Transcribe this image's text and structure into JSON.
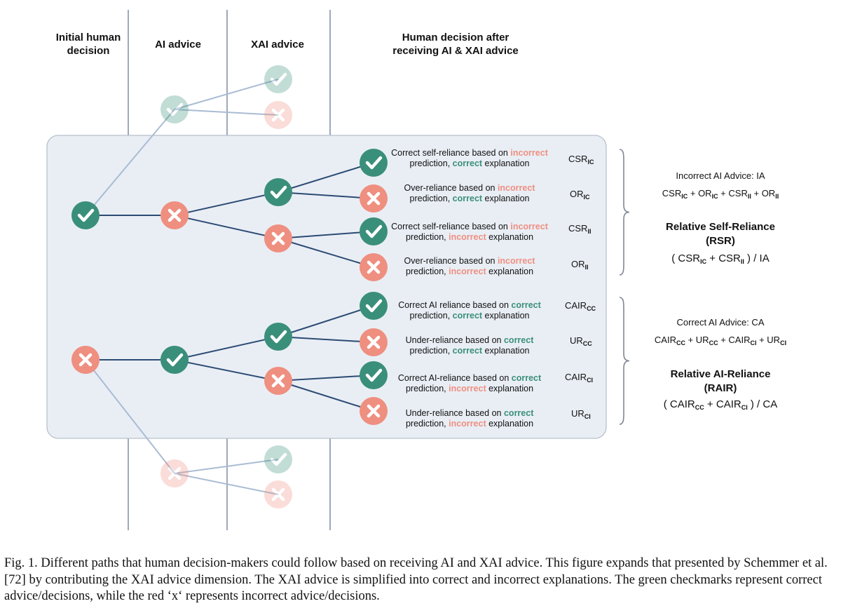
{
  "headers": {
    "initial": "Initial human\ndecision",
    "ai": "AI advice",
    "xai": "XAI advice",
    "final": "Human decision after\nreceiving AI & XAI advice"
  },
  "outcomes": [
    {
      "pre": "Correct self-reliance based on ",
      "w1": "incorrect",
      "w1c": "red",
      "mid": "prediction, ",
      "w2": "correct",
      "w2c": "green",
      "post": " explanation",
      "metric_base": "CSR",
      "metric_sub": "IC"
    },
    {
      "pre": "Over-reliance based on ",
      "w1": "incorrect",
      "w1c": "red",
      "mid": "prediction, ",
      "w2": "correct",
      "w2c": "green",
      "post": " explanation",
      "metric_base": "OR",
      "metric_sub": "IC"
    },
    {
      "pre": "Correct self-reliance based on ",
      "w1": "incorrect",
      "w1c": "red",
      "mid": "prediction, ",
      "w2": "incorrect",
      "w2c": "red",
      "post": " explanation",
      "metric_base": "CSR",
      "metric_sub": "II"
    },
    {
      "pre": "Over-reliance based on ",
      "w1": "incorrect",
      "w1c": "red",
      "mid": "prediction, ",
      "w2": "incorrect",
      "w2c": "red",
      "post": " explanation",
      "metric_base": "OR",
      "metric_sub": "II"
    },
    {
      "pre": "Correct AI reliance based on ",
      "w1": "correct",
      "w1c": "green",
      "mid": "prediction, ",
      "w2": "correct",
      "w2c": "green",
      "post": " explanation",
      "metric_base": "CAIR",
      "metric_sub": "CC"
    },
    {
      "pre": "Under-reliance based on ",
      "w1": "correct",
      "w1c": "green",
      "mid": "prediction, ",
      "w2": "correct",
      "w2c": "green",
      "post": " explanation",
      "metric_base": "UR",
      "metric_sub": "CC"
    },
    {
      "pre": "Correct AI-reliance based on ",
      "w1": "correct",
      "w1c": "green",
      "mid": "prediction, ",
      "w2": "incorrect",
      "w2c": "red",
      "post": " explanation",
      "metric_base": "CAIR",
      "metric_sub": "CI"
    },
    {
      "pre": "Under-reliance based on ",
      "w1": "correct",
      "w1c": "green",
      "mid": "prediction, ",
      "w2": "incorrect",
      "w2c": "red",
      "post": " explanation",
      "metric_base": "UR",
      "metric_sub": "CI"
    }
  ],
  "rsr": {
    "label": "Incorrect AI Advice: IA",
    "sum": [
      "CSR",
      "IC",
      " + ",
      "OR",
      "IC",
      " + ",
      "CSR",
      "II",
      " + ",
      "OR",
      "II"
    ],
    "name": "Relative Self-Reliance",
    "abbr": "(RSR)",
    "formula": [
      "( ",
      "CSR",
      "IC",
      " + ",
      "CSR",
      "II",
      " ) / IA"
    ]
  },
  "rair": {
    "label": "Correct AI Advice: CA",
    "sum": [
      "CAIR",
      "CC",
      " + ",
      "UR",
      "CC",
      " + ",
      "CAIR",
      "CI",
      " + ",
      "UR",
      "CI"
    ],
    "name": "Relative AI-Reliance",
    "abbr": "(RAIR)",
    "formula": [
      "( ",
      "CAIR",
      "CC",
      " + ",
      "CAIR",
      "CI",
      " ) / CA"
    ]
  },
  "caption": "Fig. 1.  Different paths that human decision-makers could follow based on receiving AI and XAI advice. This figure expands that presented by Schemmer et al. [72] by contributing the XAI advice dimension. The XAI advice is simplified into correct and incorrect explanations. The green checkmarks represent correct advice/decisions, while the red ‘x‘ represents incorrect advice/decisions.",
  "colors": {
    "correct": "#3a8f7a",
    "incorrect": "#ef8f80",
    "panel": "#e9eef5",
    "line": "#2c4b73",
    "divider": "#8592a8"
  }
}
